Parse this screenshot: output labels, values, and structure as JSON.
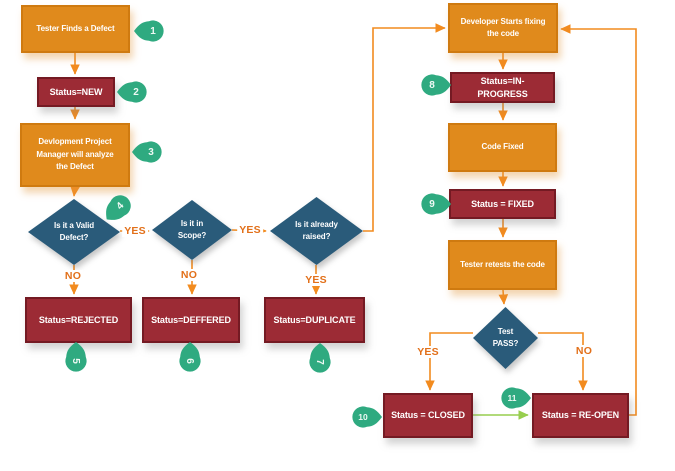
{
  "colors": {
    "process_fill": "#E08A1C",
    "process_border": "#CF7A10",
    "status_fill": "#9C2B35",
    "status_border": "#741A23",
    "decision_fill": "#2A5B7A",
    "badge_fill": "#2FAA80",
    "badge_text": "#EEF9F4",
    "connector": "#F28B1F",
    "edge_label": "#E2701A",
    "green_connector": "#97CE4E",
    "node_text": "#FFFFFF"
  },
  "nodes": {
    "tester_finds": {
      "label": "Tester Finds a Defect"
    },
    "status_new": {
      "label": "Status=NEW"
    },
    "dev_analyze": {
      "label": "Devlopment Project\nManager will analyze\nthe Defect"
    },
    "valid_defect": {
      "label": "Is it a Valid\nDefect?"
    },
    "in_scope": {
      "label": "Is it in\nScope?"
    },
    "already_raised": {
      "label": "Is it already\nraised?"
    },
    "status_rejected": {
      "label": "Status=REJECTED"
    },
    "status_deffered": {
      "label": "Status=DEFFERED"
    },
    "status_duplicate": {
      "label": "Status=DUPLICATE"
    },
    "dev_fix": {
      "label": "Developer Starts fixing\nthe code"
    },
    "status_in_progress": {
      "label": "Status=IN-\nPROGRESS"
    },
    "code_fixed": {
      "label": "Code Fixed"
    },
    "status_fixed": {
      "label": "Status = FIXED"
    },
    "tester_retests": {
      "label": "Tester retests the code"
    },
    "test_pass": {
      "label": "Test\nPASS?"
    },
    "status_closed": {
      "label": "Status = CLOSED"
    },
    "status_reopen": {
      "label": "Status = RE-OPEN"
    }
  },
  "badges": {
    "b1": "1",
    "b2": "2",
    "b3": "3",
    "b4": "4",
    "b5": "5",
    "b6": "6",
    "b7": "7",
    "b8": "8",
    "b9": "9",
    "b10": "10",
    "b11": "11"
  },
  "edge_labels": {
    "valid_yes": "YES",
    "valid_no": "NO",
    "scope_yes": "YES",
    "scope_no": "NO",
    "raised_yes": "YES",
    "pass_yes": "YES",
    "pass_no": "NO"
  }
}
